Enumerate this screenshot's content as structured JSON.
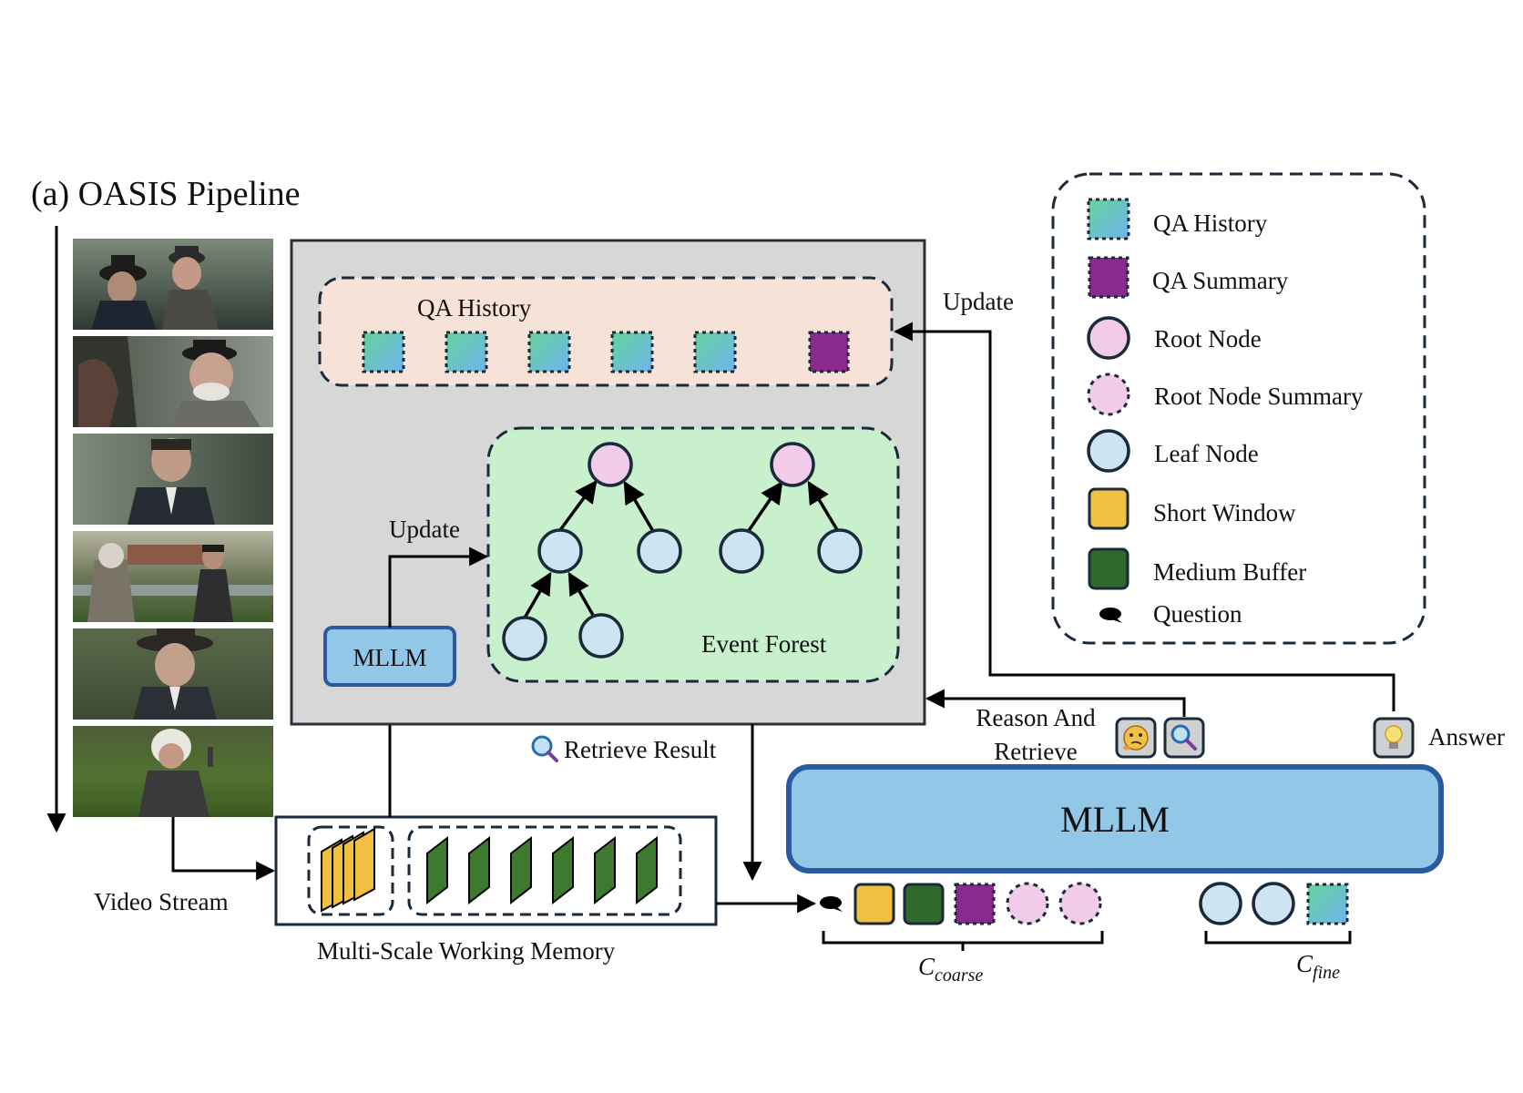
{
  "title": "(a) OASIS Pipeline",
  "colors": {
    "panel_bg": "#d7d7d7",
    "qa_history_bg": "#f6e2d7",
    "event_forest_bg": "#c8f0cc",
    "mllm_fill": "#92c7e8",
    "mllm_stroke": "#2a5aa0",
    "root_node": "#f1cbe9",
    "leaf_node": "#cde5f2",
    "qa_summary": "#8a2a8c",
    "short_window": "#f2c040",
    "medium_buffer": "#2f6a2c",
    "qa_history_grad_start": "#63d39b",
    "qa_history_grad_end": "#72b3ee"
  },
  "video_frames": [
    {
      "name": "frame-1",
      "scene": "two men in hats"
    },
    {
      "name": "frame-2",
      "scene": "old man in hat by pond"
    },
    {
      "name": "frame-3",
      "scene": "man in suit close-up"
    },
    {
      "name": "frame-4",
      "scene": "two men in park with buildings"
    },
    {
      "name": "frame-5",
      "scene": "man in fedora"
    },
    {
      "name": "frame-6",
      "scene": "old man in field"
    }
  ],
  "memory_panel": {
    "qa_history_label": "QA History",
    "event_forest_label": "Event Forest",
    "mllm_label": "MLLM",
    "update_label": "Update"
  },
  "update_label": "Update",
  "labels": {
    "video_stream": "Video Stream",
    "working_memory": "Multi-Scale Working Memory",
    "retrieve_result": "Retrieve Result",
    "reason_and": "Reason And",
    "retrieve": "Retrieve",
    "answer": "Answer",
    "main_mllm": "MLLM",
    "c_coarse_base": "C",
    "c_coarse_sub": "coarse",
    "c_fine_base": "C",
    "c_fine_sub": "fine"
  },
  "legend": [
    {
      "key": "qa-history",
      "label": "QA History"
    },
    {
      "key": "qa-summary",
      "label": "QA Summary"
    },
    {
      "key": "root-node",
      "label": "Root Node"
    },
    {
      "key": "root-node-summary",
      "label": "Root Node Summary"
    },
    {
      "key": "leaf-node",
      "label": "Leaf Node"
    },
    {
      "key": "short-window",
      "label": "Short Window"
    },
    {
      "key": "medium-buffer",
      "label": "Medium Buffer"
    },
    {
      "key": "question",
      "label": "Question"
    }
  ]
}
